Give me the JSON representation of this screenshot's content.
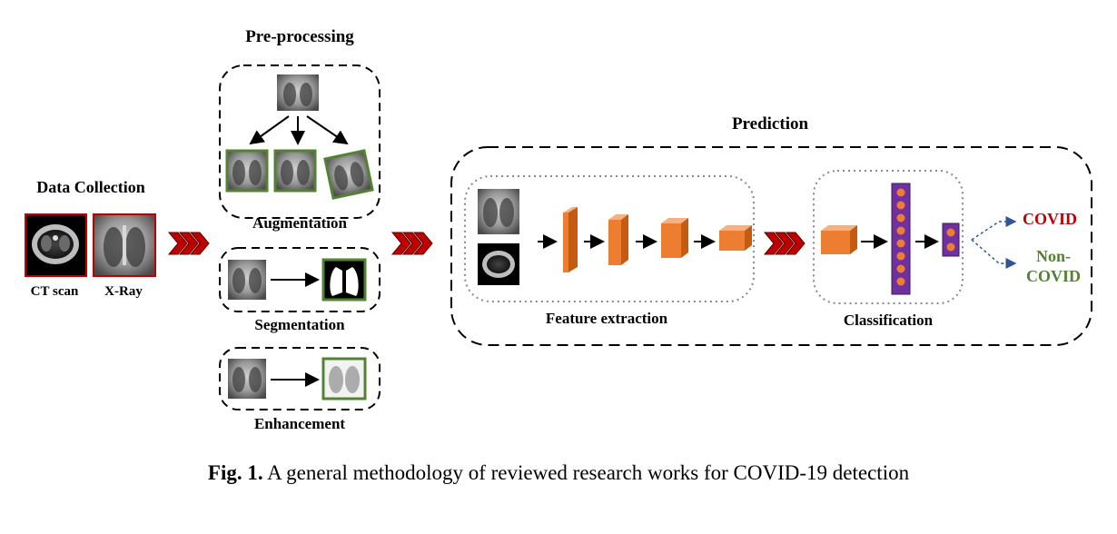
{
  "sections": {
    "data_collection": {
      "title": "Data Collection",
      "items": [
        "CT scan",
        "X-Ray"
      ]
    },
    "preprocessing": {
      "title": "Pre-processing",
      "steps": [
        "Augmentation",
        "Segmentation",
        "Enhancement"
      ]
    },
    "prediction": {
      "title": "Prediction",
      "stages": [
        "Feature extraction",
        "Classification"
      ],
      "outputs": [
        "COVID",
        "Non-",
        "COVID"
      ]
    }
  },
  "caption": {
    "label": "Fig. 1.",
    "text": " A general methodology of reviewed research works for COVID-19 detection"
  },
  "colors": {
    "accent_red": "#c00000",
    "frame_green": "#548235",
    "block_orange": "#ed7d31",
    "classifier_purple": "#7030a0",
    "arrow_blue": "#2f5597"
  }
}
